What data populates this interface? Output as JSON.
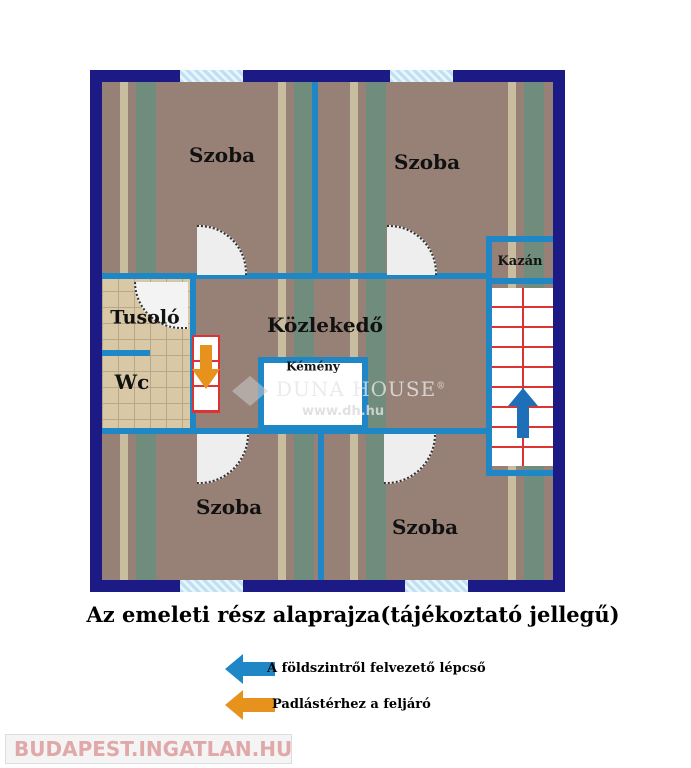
{
  "rooms": {
    "room1": "Szoba",
    "room2": "Szoba",
    "boiler": "Kazán",
    "shower": "Tusoló",
    "hallway": "Közlekedő",
    "wc": "Wc",
    "chimney": "Kémény",
    "room3": "Szoba",
    "room4": "Szoba"
  },
  "watermark": {
    "brand": "DUNA HOUSE",
    "reg": "®",
    "url": "www.dh.hu"
  },
  "title": "Az emeleti rész alaprajza(tájékoztató jellegű)",
  "legend": [
    {
      "label": "A földszintről felvezető lépcső",
      "color": "#1f87c6"
    },
    {
      "label": "Padlástérhez a feljáró",
      "color": "#e8921e"
    }
  ],
  "footer": {
    "site": "BUDAPEST.INGATLAN.HU"
  },
  "colors": {
    "frame": "#1c1a85",
    "wall": "#1f87c6",
    "logo": "#e0a8a8"
  }
}
